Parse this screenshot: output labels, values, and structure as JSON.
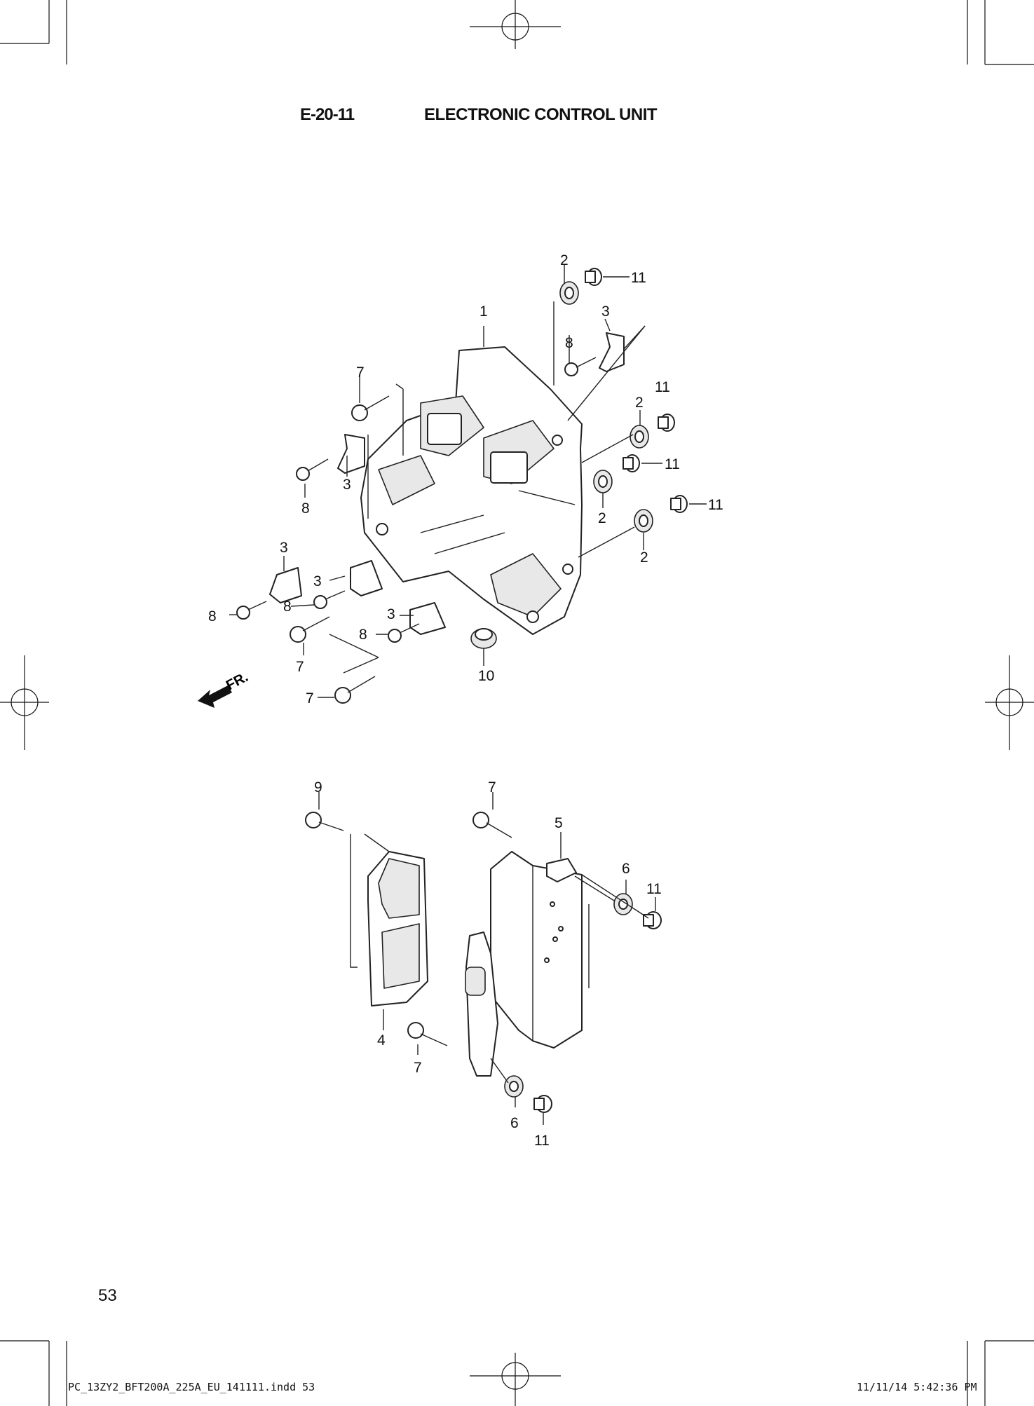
{
  "header": {
    "code": "E-20-11",
    "title": "ELECTRONIC CONTROL UNIT"
  },
  "page_number": "53",
  "footer": {
    "file": "PC_13ZY2_BFT200A_225A_EU_141111.indd   53",
    "stamp": "11/11/14   5:42:36 PM"
  },
  "direction_label": "FR.",
  "callouts": [
    "1",
    "2",
    "3",
    "4",
    "5",
    "6",
    "7",
    "8",
    "9",
    "10",
    "11"
  ]
}
